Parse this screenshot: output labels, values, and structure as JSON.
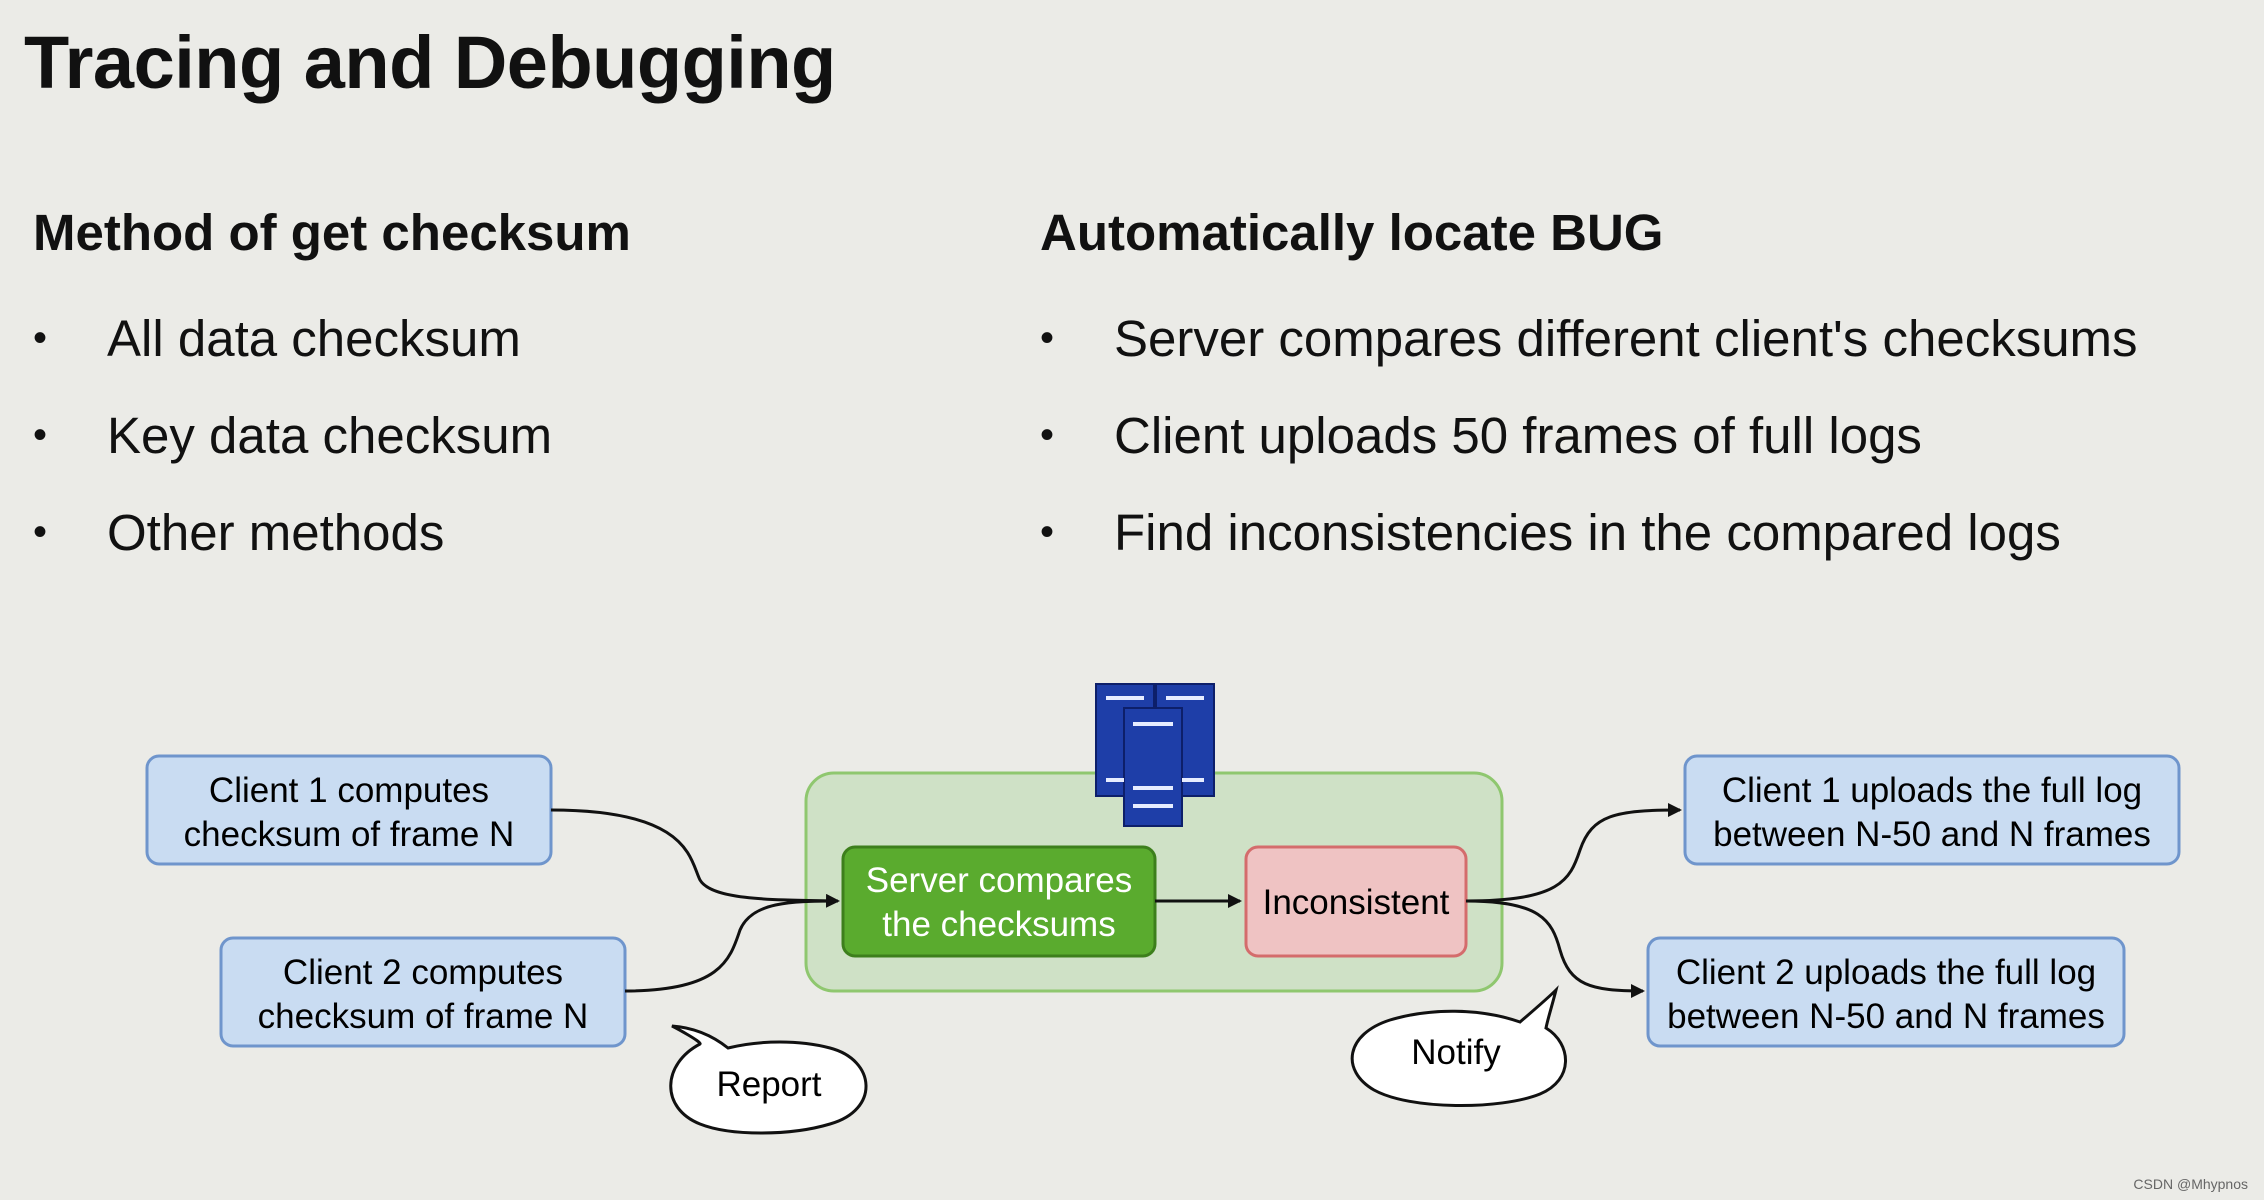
{
  "slide": {
    "title": "Tracing and Debugging"
  },
  "left_column": {
    "heading": "Method of get checksum",
    "items": [
      "All data checksum",
      "Key data checksum",
      "Other methods"
    ]
  },
  "right_column": {
    "heading": "Automatically locate BUG",
    "items": [
      "Server compares different client's checksums",
      "Client uploads 50 frames of full logs",
      "Find inconsistencies in the compared logs"
    ]
  },
  "diagram": {
    "client1_compute": [
      "Client 1 computes",
      "checksum of frame N"
    ],
    "client2_compute": [
      "Client 2 computes",
      "checksum of frame N"
    ],
    "server_compare": [
      "Server compares",
      "the checksums"
    ],
    "inconsistent": "Inconsistent",
    "client1_upload": [
      "Client 1 uploads the full log",
      "between N-50 and N frames"
    ],
    "client2_upload": [
      "Client 2 uploads the full log",
      "between N-50 and N frames"
    ],
    "report_bubble": "Report",
    "notify_bubble": "Notify"
  },
  "colors": {
    "client_box_fill": "#c9dcf2",
    "client_box_stroke": "#6f95cc",
    "server_group_fill": "#cfe1c6",
    "server_group_stroke": "#8fc76f",
    "compare_fill": "#5aab2e",
    "inconsistent_fill": "#efc3c3",
    "inconsistent_stroke": "#d46c6c",
    "server_icon": "#1e3ea8"
  },
  "watermark": "CSDN @Mhypnos"
}
